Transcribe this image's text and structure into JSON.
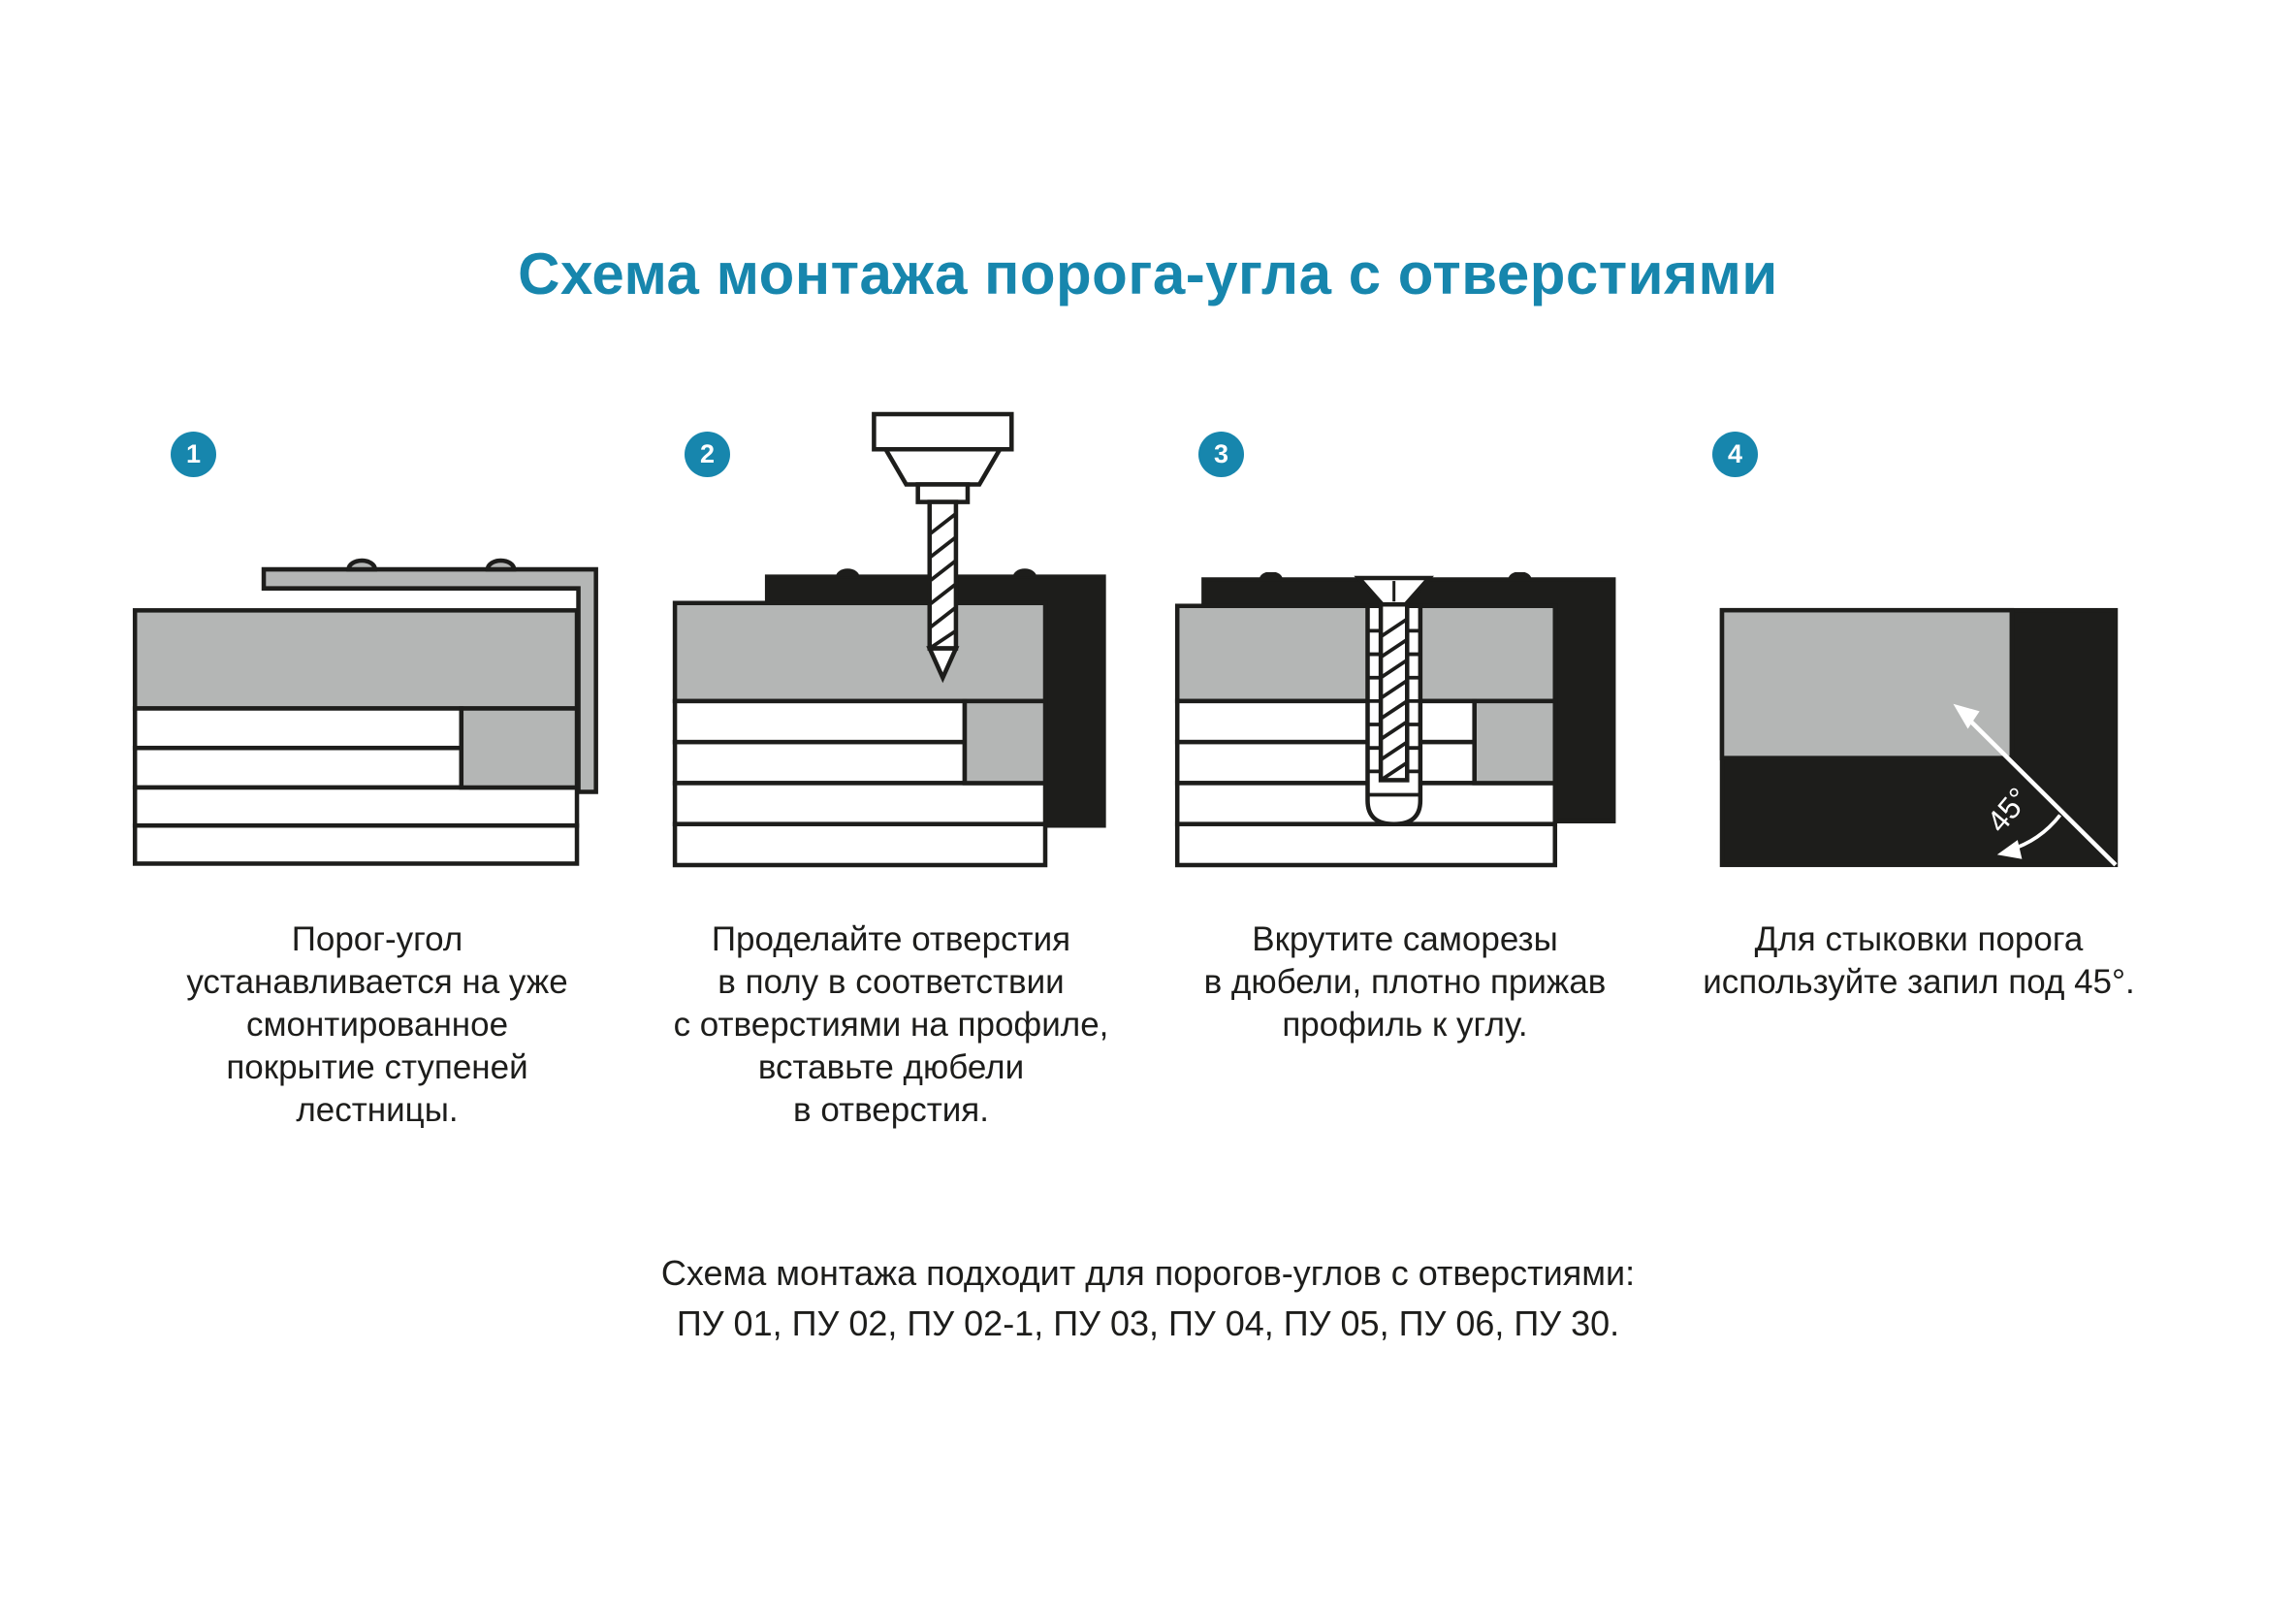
{
  "colors": {
    "accent": "#1786ad",
    "outline_dark": "#1d1d1b",
    "profile_gray": "#b4b6b5",
    "background": "#ffffff"
  },
  "header": {
    "title": "Схема монтажа порога-угла с отверстиями"
  },
  "steps": [
    {
      "number": "1",
      "caption": "Порог-угол\nустанавливается на уже\nсмонтированное\nпокрытие ступеней\nлестницы."
    },
    {
      "number": "2",
      "caption": "Проделайте отверстия\nв полу в соответствии\nс отверстиями на профиле,\nвставьте дюбели\nв отверстия."
    },
    {
      "number": "3",
      "caption": "Вкрутите саморезы\nв дюбели, плотно прижав\nпрофиль к углу."
    },
    {
      "number": "4",
      "caption": "Для стыковки порога\nиспользуйте запил под 45°."
    }
  ],
  "step4_labels": {
    "angle": "45°"
  },
  "footer": {
    "line1": "Схема монтажа подходит для порогов-углов с отверстиями:",
    "line2": "ПУ 01, ПУ 02, ПУ 02-1, ПУ 03, ПУ 04, ПУ 05, ПУ 06, ПУ 30."
  }
}
